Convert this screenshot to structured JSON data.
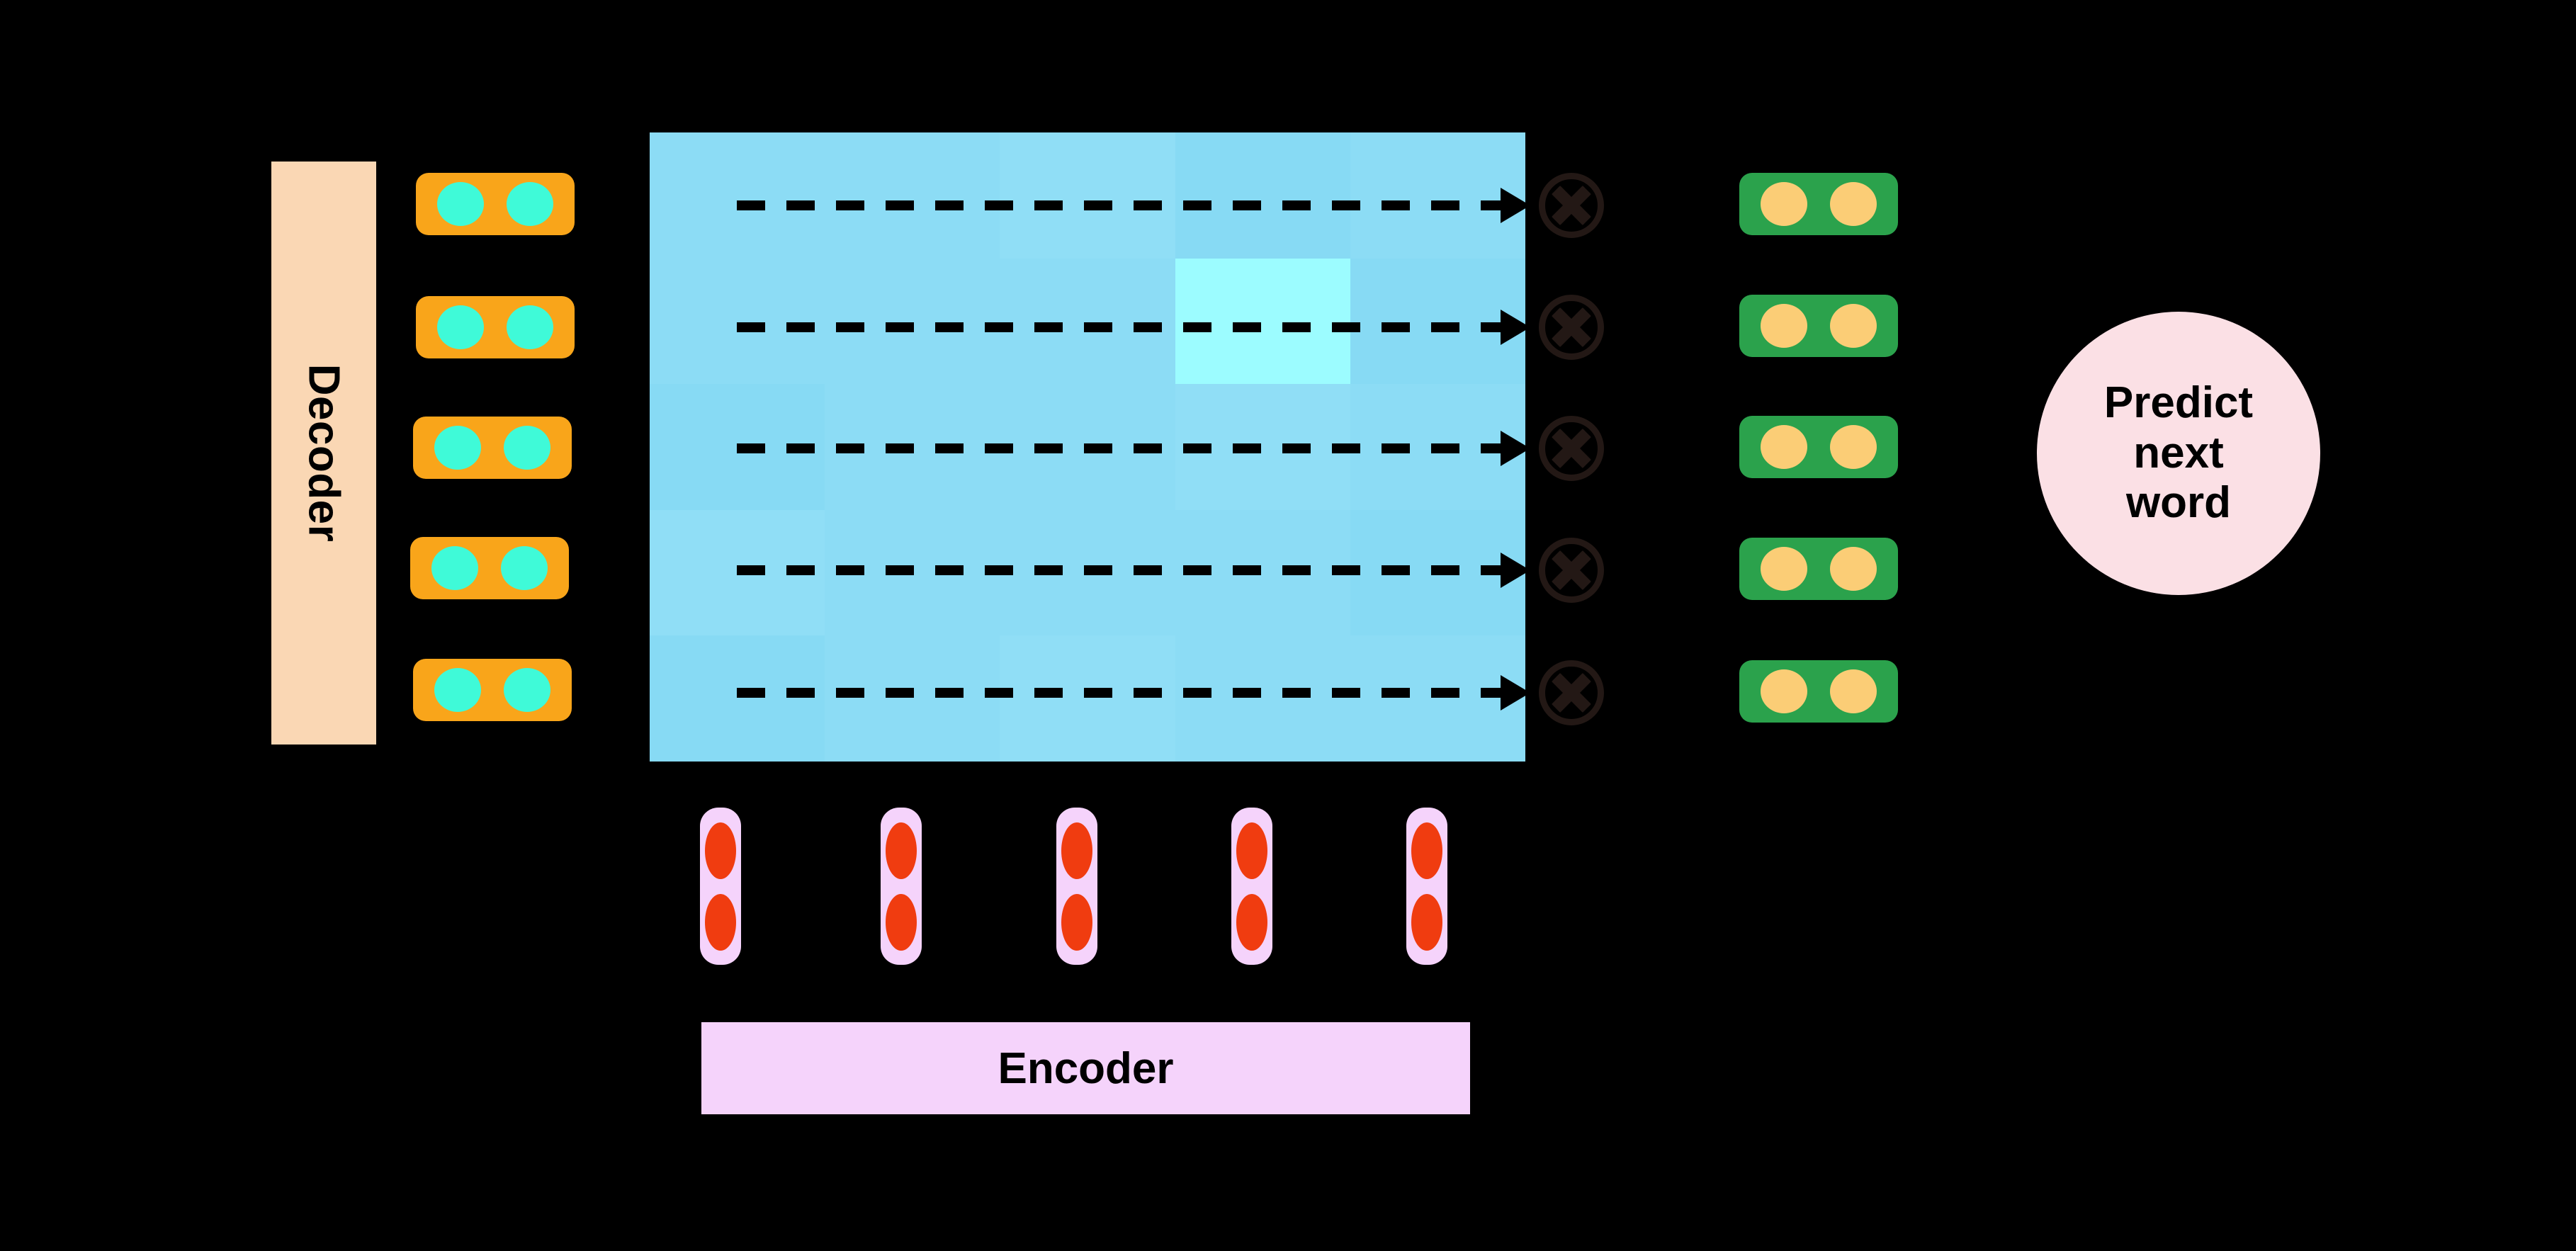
{
  "diagram": {
    "title": "Cross-attention between decoder and encoder",
    "background_color": "#000000"
  },
  "decoder": {
    "label": "Decoder",
    "bar_color": "#FAD7B4",
    "orientation": "vertical-rotated",
    "token_count": 5,
    "token_box_color": "#F9A51A",
    "token_dot_color": "#3FFAD8",
    "dots_per_token": 2,
    "tokens": [
      {
        "index": 0,
        "name": "decoder-token-1"
      },
      {
        "index": 1,
        "name": "decoder-token-2"
      },
      {
        "index": 2,
        "name": "decoder-token-3"
      },
      {
        "index": 3,
        "name": "decoder-token-4"
      },
      {
        "index": 4,
        "name": "decoder-token-5"
      }
    ]
  },
  "attention_matrix": {
    "name": "cross-attention-matrix",
    "rows": 5,
    "cols": 5,
    "base_color": "#8CDCF5",
    "highlight_color": "#9CFCFF",
    "highlighted_cell": {
      "row": 1,
      "col": 3
    },
    "cells": [
      [
        "base",
        "base",
        "alt2",
        "alt",
        "base"
      ],
      [
        "base",
        "base",
        "base",
        "hot",
        "alt"
      ],
      [
        "alt",
        "base",
        "base",
        "alt2",
        "base"
      ],
      [
        "alt2",
        "base",
        "base",
        "base",
        "alt"
      ],
      [
        "alt",
        "base",
        "alt2",
        "base",
        "base"
      ]
    ]
  },
  "arrows": {
    "name": "attention-flow-arrows",
    "style": "dashed",
    "color": "#000000",
    "count": 5
  },
  "multiply_nodes": {
    "name": "multiply-node",
    "symbol": "×",
    "count": 5,
    "color": "#231815"
  },
  "output": {
    "token_count": 5,
    "token_box_color": "#2BA24C",
    "token_dot_color": "#FBCD76",
    "dots_per_token": 2,
    "tokens": [
      {
        "index": 0,
        "name": "output-token-1"
      },
      {
        "index": 1,
        "name": "output-token-2"
      },
      {
        "index": 2,
        "name": "output-token-3"
      },
      {
        "index": 3,
        "name": "output-token-4"
      },
      {
        "index": 4,
        "name": "output-token-5"
      }
    ]
  },
  "encoder": {
    "label": "Encoder",
    "bar_color": "#F5D3FB",
    "token_count": 5,
    "token_box_color": "#F5D3FB",
    "token_dot_color": "#F03C10",
    "dots_per_token": 2,
    "tokens": [
      {
        "index": 0,
        "name": "encoder-token-1"
      },
      {
        "index": 1,
        "name": "encoder-token-2"
      },
      {
        "index": 2,
        "name": "encoder-token-3"
      },
      {
        "index": 3,
        "name": "encoder-token-4"
      },
      {
        "index": 4,
        "name": "encoder-token-5"
      }
    ]
  },
  "predict": {
    "line1": "Predict",
    "line2": "next",
    "line3": "word",
    "circle_color": "#FBE0E5",
    "text_color": "#000000"
  }
}
